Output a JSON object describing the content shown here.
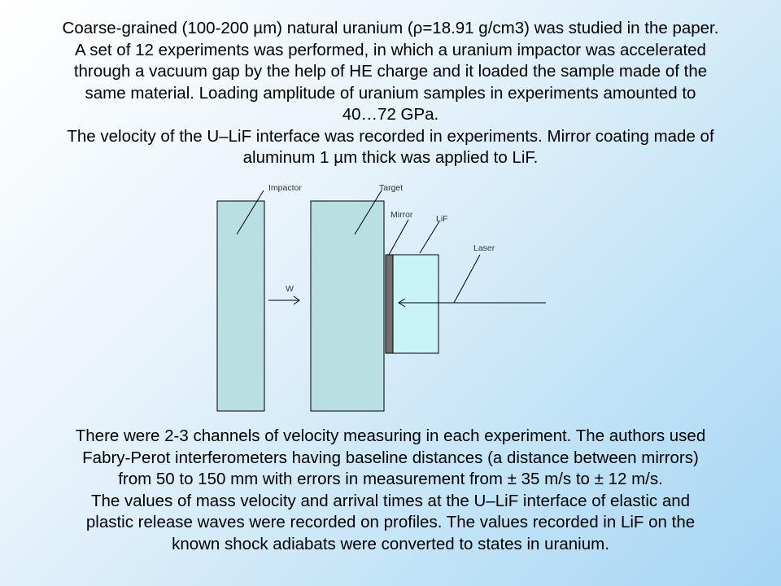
{
  "intro": {
    "lines": [
      "Coarse-grained (100-200 µm) natural uranium (ρ=18.91 g/cm3) was studied in the paper.",
      "A set of 12 experiments was performed, in which a uranium impactor was accelerated",
      "through a vacuum gap by the help of HE charge and it loaded the sample made of the",
      "same material. Loading amplitude of uranium samples in experiments amounted to",
      "40…72 GPa.",
      "The velocity of the U–LiF interface was recorded in experiments. Mirror coating made of",
      "aluminum 1 µm thick was applied to LiF."
    ]
  },
  "diagram": {
    "labels": {
      "impactor": "Impactor",
      "target": "Target",
      "mirror": "Mirror",
      "lif": "LiF",
      "laser": "Laser",
      "velocity": "W"
    },
    "colors": {
      "plate": "#b9dfe3",
      "lif": "#c9f4f7",
      "mirror": "#6f6f6f",
      "stroke": "#000000"
    }
  },
  "outro": {
    "lines": [
      "There were 2-3 channels of velocity measuring in each experiment. The authors used",
      "Fabry-Perot interferometers having baseline distances (a distance between mirrors)",
      "from 50 to 150 mm with errors in measurement from ± 35 m/s to ± 12 m/s.",
      "The values of mass velocity and arrival times at the U–LiF interface of elastic and",
      "plastic release waves were recorded on profiles. The values recorded in LiF on the",
      "known shock adiabats were converted to states in uranium."
    ]
  }
}
